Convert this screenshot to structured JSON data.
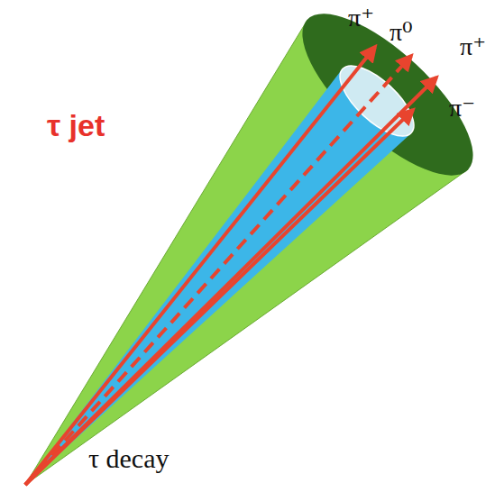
{
  "diagram": {
    "labels": [
      "τ jet",
      "π⁺",
      "π⁰",
      "π⁺",
      "π⁻",
      "τ decay"
    ]
  }
}
